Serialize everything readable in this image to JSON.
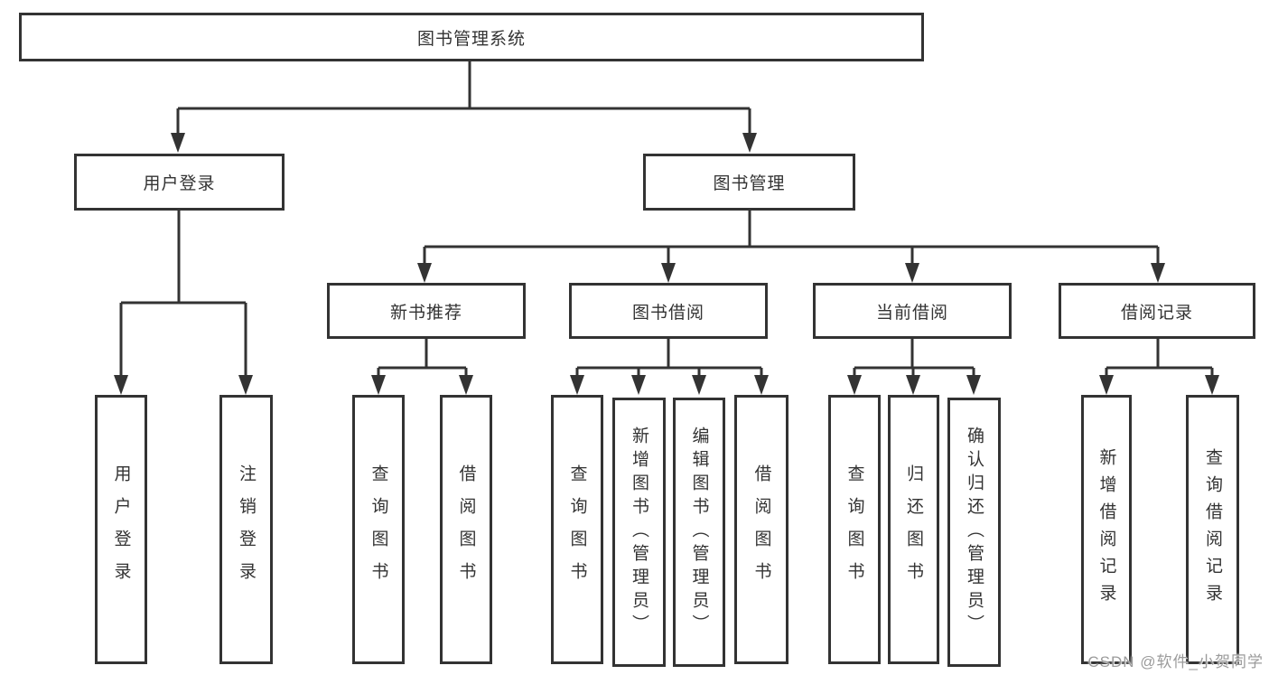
{
  "diagram": {
    "title": "图书管理系统",
    "colors": {
      "line": "#333333",
      "box_border": "#333333",
      "box_bg": "#ffffff",
      "text": "#333333",
      "watermark": "#9b9b9b"
    },
    "nodes": {
      "root": {
        "label": "图书管理系统"
      },
      "user_login": {
        "label": "用户登录"
      },
      "book_mgmt": {
        "label": "图书管理"
      },
      "new_book_rec": {
        "label": "新书推荐"
      },
      "book_borrow": {
        "label": "图书借阅"
      },
      "current_borrow": {
        "label": "当前借阅"
      },
      "borrow_record": {
        "label": "借阅记录"
      },
      "leaf_user_login": {
        "label": "用户登录"
      },
      "leaf_logout": {
        "label": "注销登录"
      },
      "leaf_query_book_rec": {
        "label": "查询图书"
      },
      "leaf_borrow_book_rec": {
        "label": "借阅图书"
      },
      "leaf_query_book_borrow": {
        "label": "查询图书"
      },
      "leaf_add_book_admin": {
        "label": "新增图书（管理员）"
      },
      "leaf_edit_book_admin": {
        "label": "编辑图书（管理员）"
      },
      "leaf_borrow_book_borrow": {
        "label": "借阅图书"
      },
      "leaf_query_book_current": {
        "label": "查询图书"
      },
      "leaf_return_book": {
        "label": "归还图书"
      },
      "leaf_confirm_return_admin": {
        "label": "确认归还（管理员）"
      },
      "leaf_add_borrow_record": {
        "label": "新增借阅记录"
      },
      "leaf_query_borrow_record": {
        "label": "查询借阅记录"
      }
    },
    "watermark": "CSDN @软件_小贺同学"
  }
}
